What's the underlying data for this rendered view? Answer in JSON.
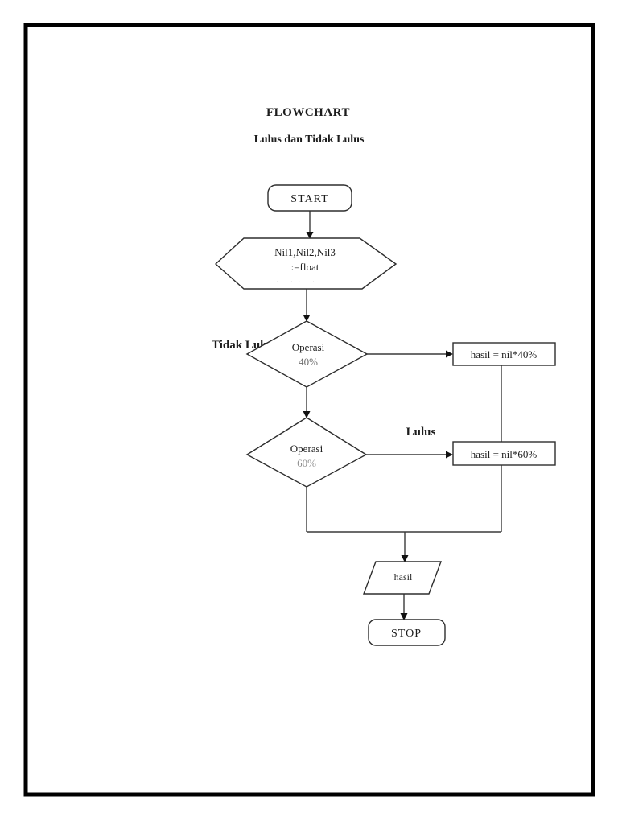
{
  "page": {
    "title": "FLOWCHART",
    "subtitle": "Lulus dan Tidak Lulus"
  },
  "flowchart": {
    "nodes": {
      "start": {
        "label": "START"
      },
      "declare": {
        "line1": "Nil1,Nil2,Nil3",
        "line2": ":=float",
        "artifact_dots": "·  ··  ·   ·"
      },
      "decision40": {
        "line1": "Operasi",
        "line2": "40%"
      },
      "process40": {
        "label": "hasil = nil*40%"
      },
      "decision60": {
        "line1": "Operasi",
        "line2": "60%"
      },
      "process60": {
        "label": "hasil = nil*60%"
      },
      "output": {
        "label": "hasil"
      },
      "stop": {
        "label": "STOP"
      }
    },
    "edge_labels": {
      "tidak_lulus": "Tidak Lulus",
      "lulus": "Lulus"
    },
    "colors": {
      "page_border": "#000000",
      "line": "#3a3a3a",
      "text": "#1c1c1c",
      "shape_fill": "#ffffff"
    }
  }
}
